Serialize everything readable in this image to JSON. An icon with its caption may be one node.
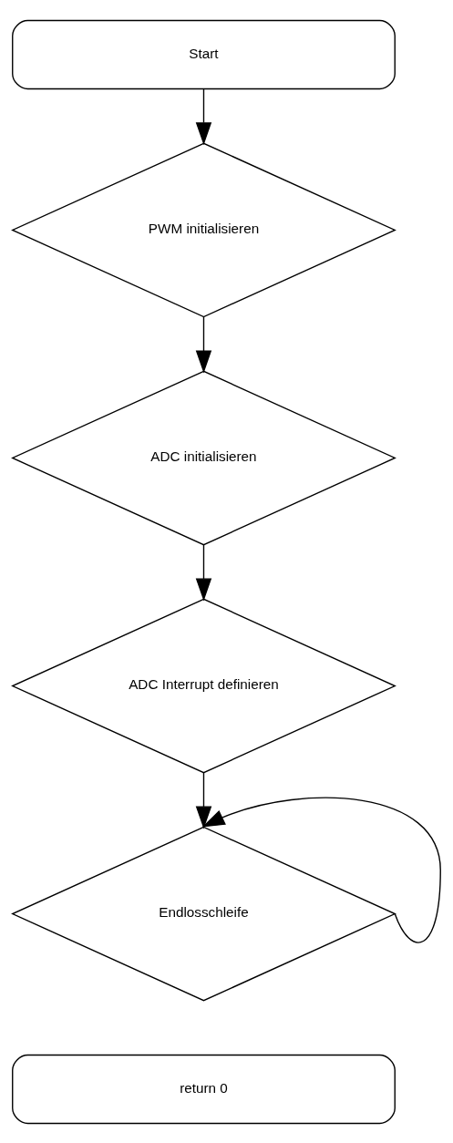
{
  "diagram": {
    "nodes": [
      {
        "text": [
          "Start"
        ]
      },
      {
        "text": [
          "PWM initialisieren"
        ]
      },
      {
        "text": [
          "ADC initialisieren"
        ]
      },
      {
        "text": [
          "ADC Interrupt definieren"
        ]
      },
      {
        "text": [
          "Endlosschleife"
        ]
      },
      {
        "text": [
          "return 0"
        ]
      }
    ],
    "edges": [
      {
        "from": 0,
        "to": 1,
        "arrow": "to"
      },
      {
        "from": 1,
        "to": 2,
        "arrow": "to"
      },
      {
        "from": 2,
        "to": 3,
        "arrow": "to"
      },
      {
        "from": 3,
        "to": 4,
        "arrow": "to"
      },
      {
        "from": 4,
        "to": 4,
        "arrow": "to"
      }
    ]
  }
}
